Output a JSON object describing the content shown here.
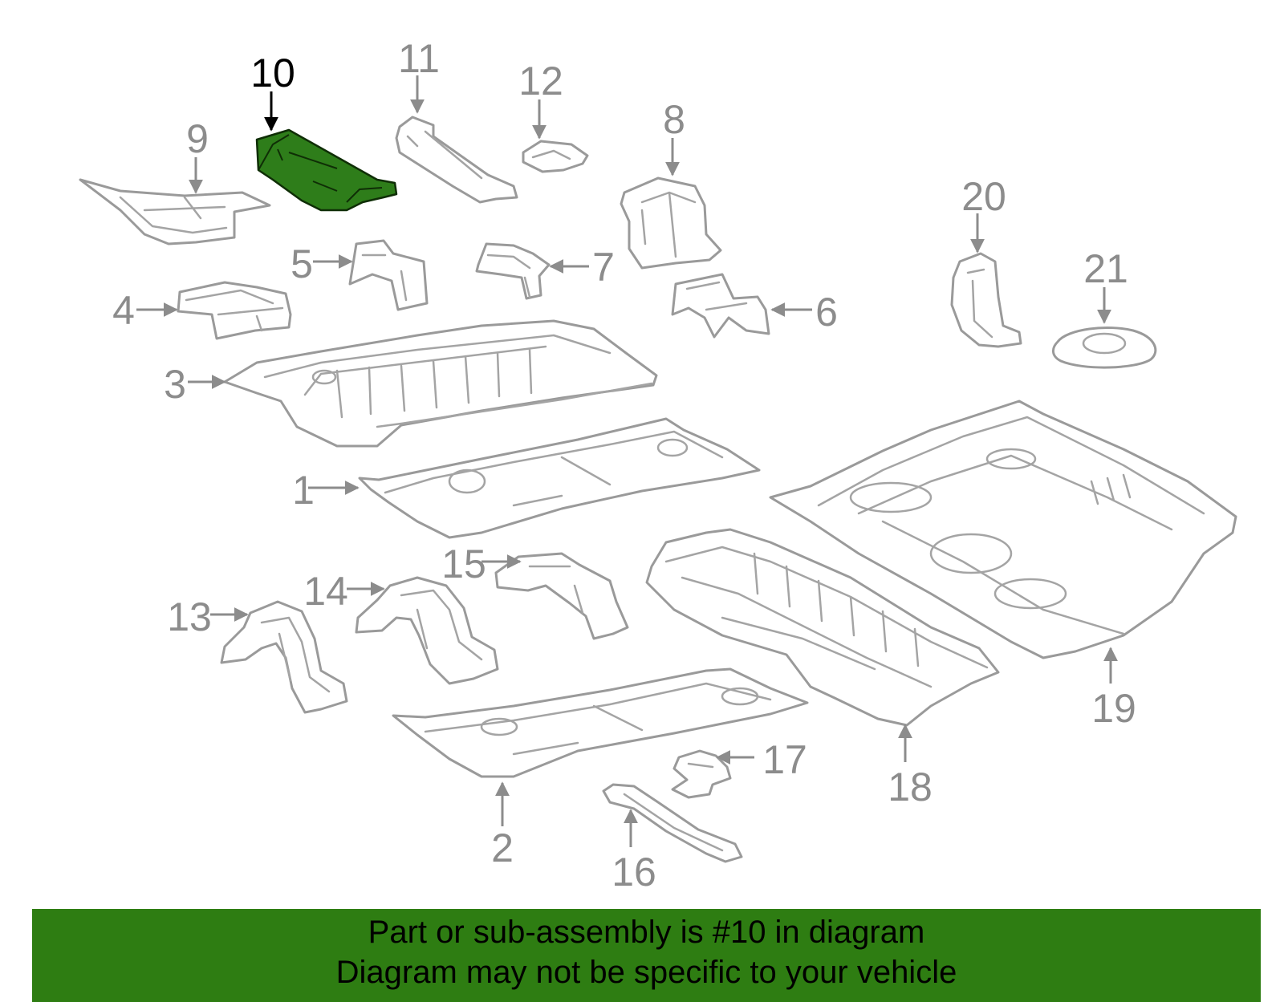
{
  "diagram": {
    "highlighted_part": "10",
    "highlight_color": "#2e7d1a",
    "callouts": [
      "1",
      "2",
      "3",
      "4",
      "5",
      "6",
      "7",
      "8",
      "9",
      "10",
      "11",
      "12",
      "13",
      "14",
      "15",
      "16",
      "17",
      "18",
      "19",
      "20",
      "21"
    ]
  },
  "banner": {
    "background": "#2e7d12",
    "line1": "Part or sub-assembly is #10 in diagram",
    "line2": "Diagram may not be specific to your vehicle"
  }
}
